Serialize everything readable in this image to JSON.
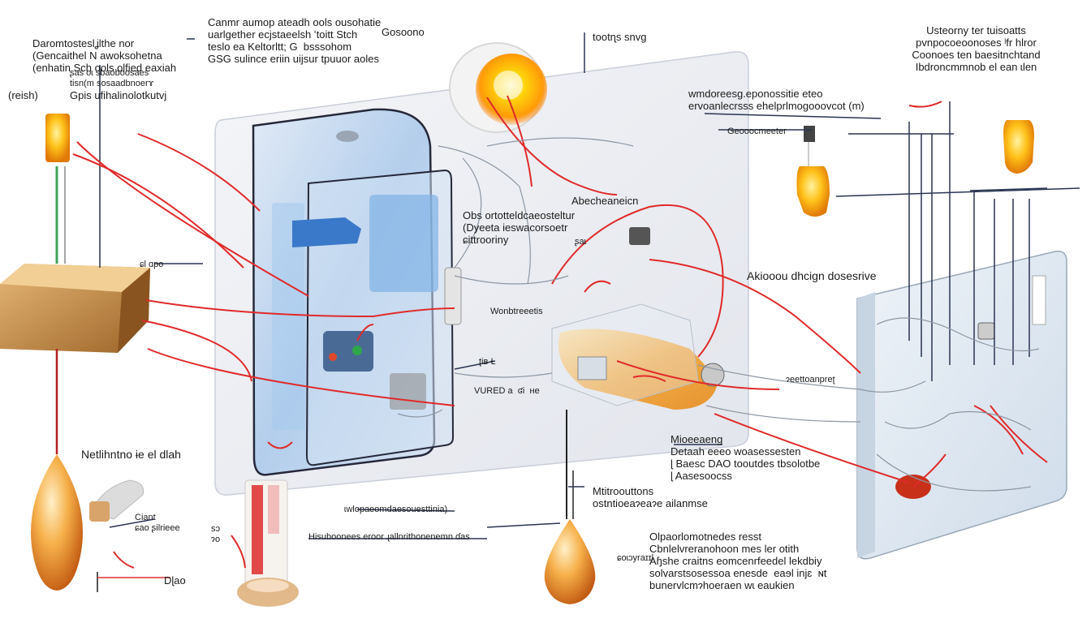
{
  "labels": {
    "top_left_title": "Daromtosteslʝlthe nor\n(Gencaithel N awoksohetna\n(enhatin Sch ools olfied eaxiah",
    "top_left_sub": "Gpis ufihalinolotkutvj",
    "top_left_paren": "(reish)",
    "top_left_tag": "ʂas oɩ sbaoboosaes\ntisn(m sosaadbnoerɤ",
    "top_center_title": "Canmr aumop ateadh ools ousohatie\nuarlgether ecjstaeelsh ʻtoitt Stch\nteslo ea Keltorltt; G  bsssohom\nGSG sulince eriin uijsur tpuuor aoles",
    "top_center_tag": "Gosoono",
    "top_sun": "tootɳs snvɡ",
    "top_right_title": "Usteorny ter tuisoatts\npvnpocoeoonoses ˡfr hlror\nCoonoes ten baesitnchtand\nIbdroncmmnob el ean ɩlen",
    "center_upper": "wmdoreesg.eponossitie eteo\nervoanlecrsss ehelprlmogooovcot (m)",
    "center_upper_tag": "Geooocmeeter",
    "mid_left_note": "Obs ortotteldcaeosteltur\n(Dyeeta ieswacorsoetr\nɕittrooriny",
    "mid_tag_a": "Abecheaneicn",
    "mid_tag_b": "ʂaɩ",
    "left_box_tag": "ɕl ɑpo",
    "mid_small": "Wonbtreeetis",
    "mid_small_b": "ʈiʙ Ɫ",
    "mid_small_c": "VURED a  ʛi  ʜe",
    "right_block_title": "Akiooou dhcign dosesrive",
    "right_small": "ɂeettoanpreʈ",
    "left_bulb": "Netlihntno ɨe el dlah",
    "lower_center": "Mioeeaeng\nDetaah eeeo woasessesten\nɭ Baesc DAO tooutdes tbsolotbe\nɭ Aasesoocss",
    "lower_mid": "Mtitroouttons\nostntioeaɂeaɂe ailanmse",
    "lower_center_small": "ɩwlopaeomdaesouesttinia)",
    "lower_wide": "Hisuboonees eroor ɻallnrithonenemn ɗas",
    "lower_left_a": "Ciant\nɕao ʂilrieee",
    "lower_left_b": "sɔ\nɂo",
    "lower_left_c": "Dɭao",
    "lower_right_title": "Olpaorlomotnedes resst\nCbnlelvreranohoon mes ler otith\nAɧshe craitns eomcenrfeedel lekdbiy\nsolvarstsosessoa enesde  eaɘl injɛ  ɴt\nbunervlcmɂhoeraen wɩ eaukien",
    "lower_right_small": "ɕoɩɔyraɪɪl"
  },
  "colors": {
    "wire_red": "#e02a2a",
    "wire_dark": "#2a3552",
    "panel": "#eceef3",
    "glass": "#bcd6ef",
    "bulb": "#f3a020"
  }
}
